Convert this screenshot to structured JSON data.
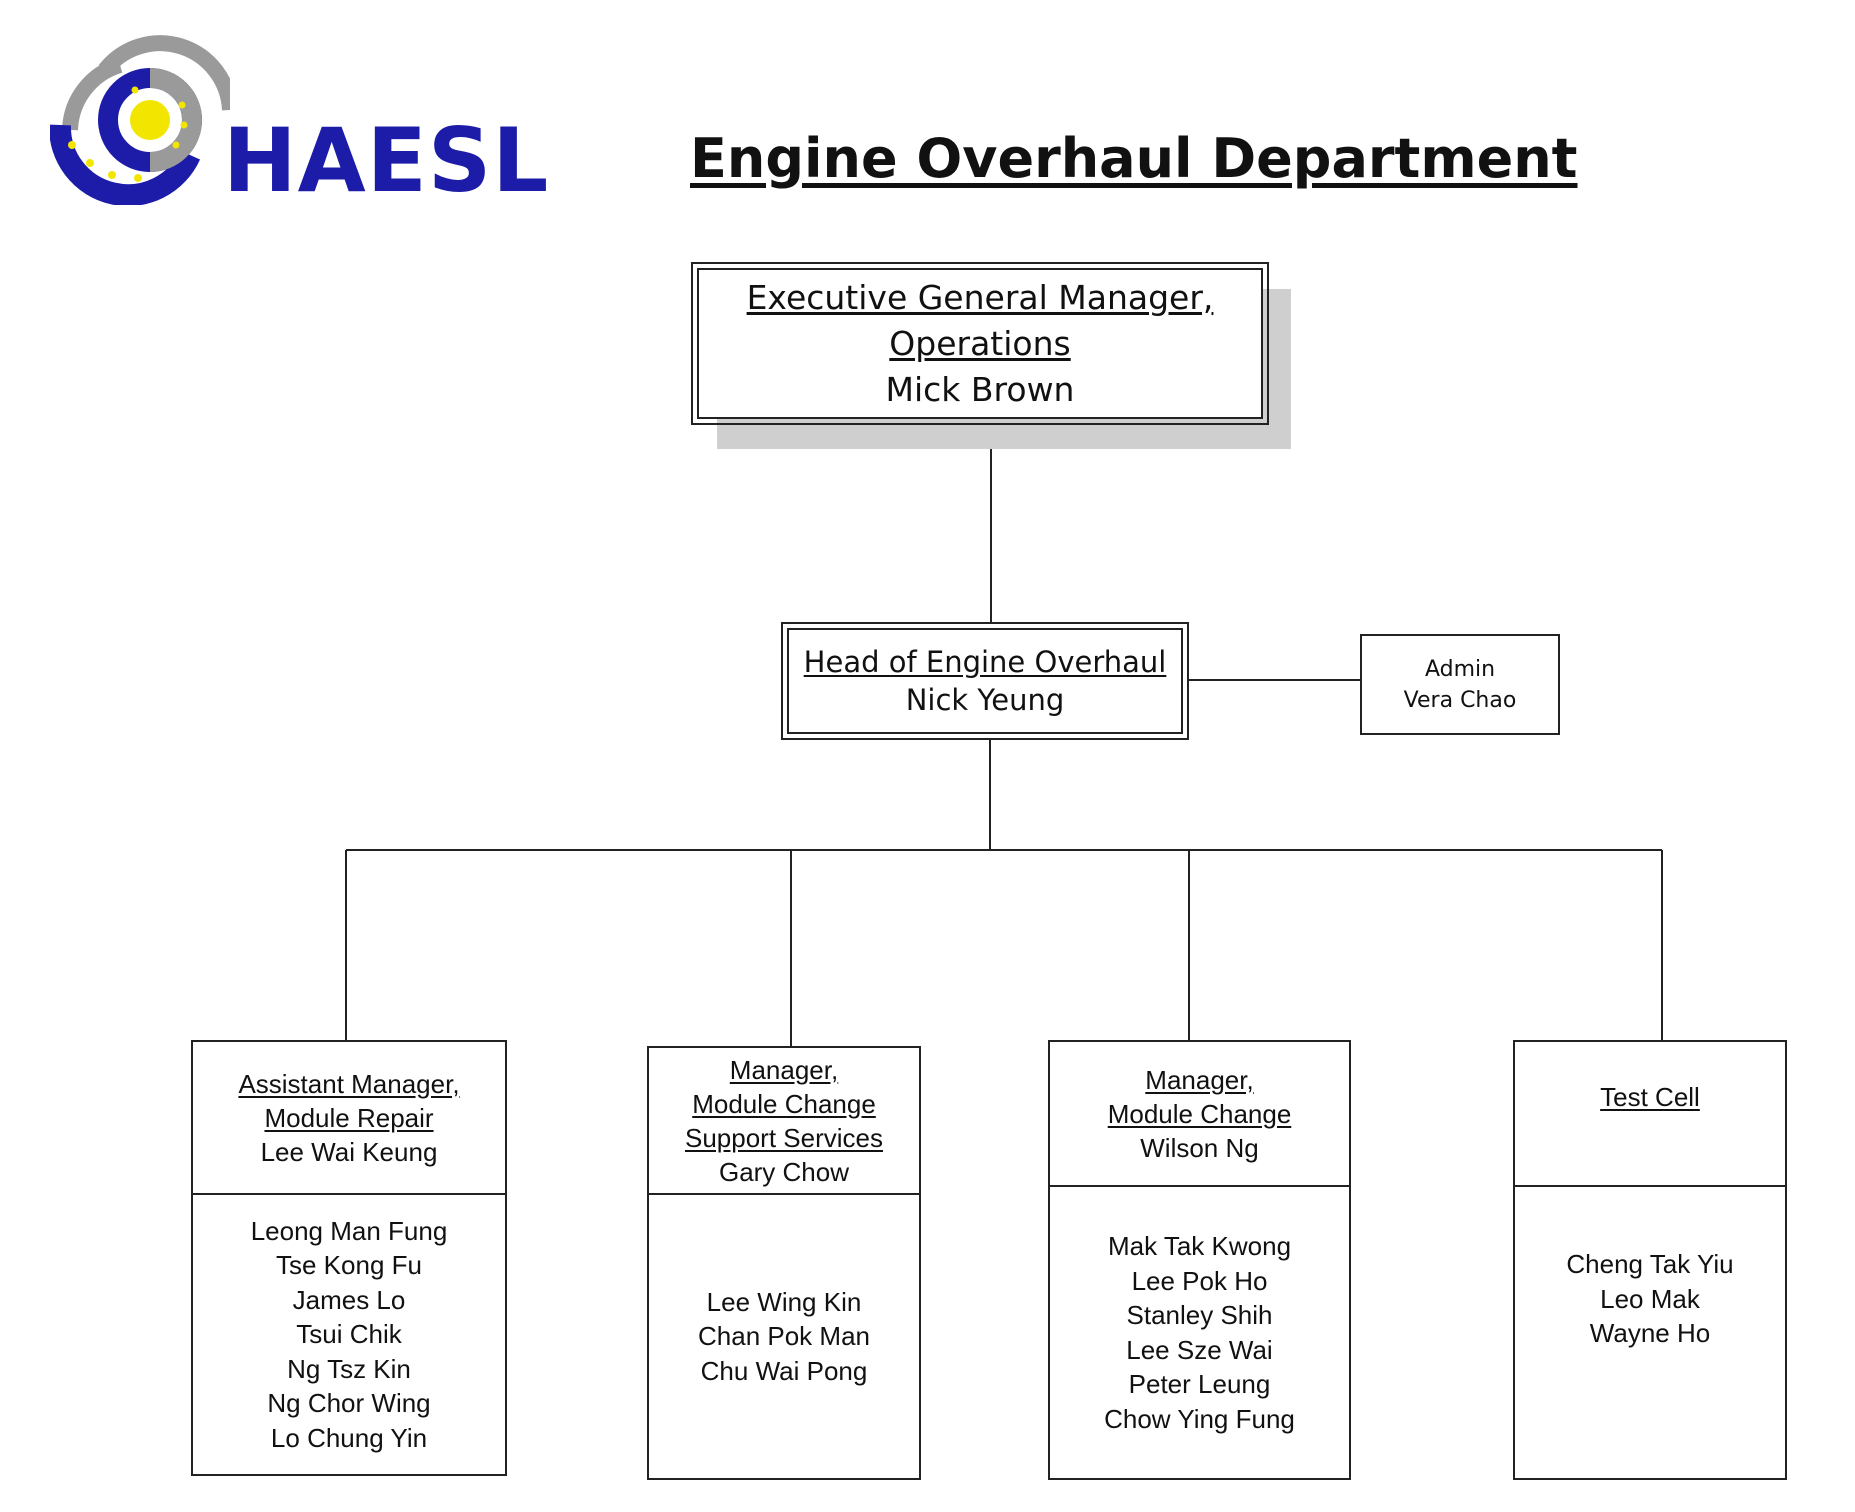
{
  "logo": {
    "text": "HAESL"
  },
  "title": "Engine Overhaul Department",
  "executive": {
    "role_line1": "Executive General Manager,",
    "role_line2": "Operations",
    "name": "Mick Brown"
  },
  "head": {
    "role": "Head of Engine Overhaul",
    "name": "Nick Yeung"
  },
  "admin": {
    "role": "Admin",
    "name": "Vera Chao"
  },
  "departments": [
    {
      "role_lines": [
        "Assistant Manager,",
        "Module Repair"
      ],
      "manager": "Lee Wai Keung",
      "members": [
        "Leong Man Fung",
        "Tse Kong Fu",
        "James Lo",
        "Tsui Chik",
        "Ng Tsz Kin",
        "Ng Chor Wing",
        "Lo Chung Yin"
      ]
    },
    {
      "role_lines": [
        "Manager,",
        "Module Change",
        "Support Services"
      ],
      "manager": "Gary Chow",
      "members": [
        "Lee Wing Kin",
        "Chan Pok Man",
        "Chu Wai Pong"
      ]
    },
    {
      "role_lines": [
        "Manager,",
        "Module Change"
      ],
      "manager": "Wilson Ng",
      "members": [
        "Mak Tak Kwong",
        "Lee Pok Ho",
        "Stanley Shih",
        "Lee Sze Wai",
        "Peter Leung",
        "Chow Ying Fung"
      ]
    },
    {
      "role_lines": [
        "Test Cell"
      ],
      "manager": "",
      "members": [
        "Cheng Tak Yiu",
        "Leo Mak",
        "Wayne Ho"
      ]
    }
  ],
  "colors": {
    "logo_blue": "#1c1ca8",
    "logo_yellow": "#f2e600",
    "logo_gray": "#9a9a9a",
    "shadow": "#cfcfcf"
  }
}
